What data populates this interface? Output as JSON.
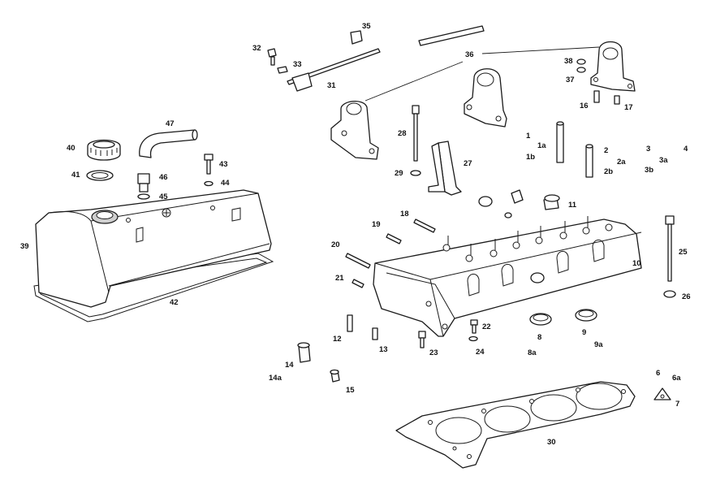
{
  "callouts": [
    {
      "id": "c1",
      "text": "1"
    },
    {
      "id": "c1a",
      "text": "1a"
    },
    {
      "id": "c1b",
      "text": "1b"
    },
    {
      "id": "c2",
      "text": "2"
    },
    {
      "id": "c2a",
      "text": "2a"
    },
    {
      "id": "c2b",
      "text": "2b"
    },
    {
      "id": "c3",
      "text": "3"
    },
    {
      "id": "c3a",
      "text": "3a"
    },
    {
      "id": "c3b",
      "text": "3b"
    },
    {
      "id": "c4",
      "text": "4"
    },
    {
      "id": "c6",
      "text": "6"
    },
    {
      "id": "c6a",
      "text": "6a"
    },
    {
      "id": "c7",
      "text": "7"
    },
    {
      "id": "c8",
      "text": "8"
    },
    {
      "id": "c8a",
      "text": "8a"
    },
    {
      "id": "c9",
      "text": "9"
    },
    {
      "id": "c9a",
      "text": "9a"
    },
    {
      "id": "c10",
      "text": "10"
    },
    {
      "id": "c11",
      "text": "11"
    },
    {
      "id": "c12",
      "text": "12"
    },
    {
      "id": "c13",
      "text": "13"
    },
    {
      "id": "c14",
      "text": "14"
    },
    {
      "id": "c14a",
      "text": "14a"
    },
    {
      "id": "c15",
      "text": "15"
    },
    {
      "id": "c16",
      "text": "16"
    },
    {
      "id": "c17",
      "text": "17"
    },
    {
      "id": "c18",
      "text": "18"
    },
    {
      "id": "c19",
      "text": "19"
    },
    {
      "id": "c20",
      "text": "20"
    },
    {
      "id": "c21",
      "text": "21"
    },
    {
      "id": "c22",
      "text": "22"
    },
    {
      "id": "c23",
      "text": "23"
    },
    {
      "id": "c24",
      "text": "24"
    },
    {
      "id": "c25",
      "text": "25"
    },
    {
      "id": "c26",
      "text": "26"
    },
    {
      "id": "c27",
      "text": "27"
    },
    {
      "id": "c28",
      "text": "28"
    },
    {
      "id": "c29",
      "text": "29"
    },
    {
      "id": "c30",
      "text": "30"
    },
    {
      "id": "c31",
      "text": "31"
    },
    {
      "id": "c32",
      "text": "32"
    },
    {
      "id": "c33",
      "text": "33"
    },
    {
      "id": "c35",
      "text": "35"
    },
    {
      "id": "c36",
      "text": "36"
    },
    {
      "id": "c37",
      "text": "37"
    },
    {
      "id": "c38",
      "text": "38"
    },
    {
      "id": "c39",
      "text": "39"
    },
    {
      "id": "c40",
      "text": "40"
    },
    {
      "id": "c41",
      "text": "41"
    },
    {
      "id": "c42",
      "text": "42"
    },
    {
      "id": "c43",
      "text": "43"
    },
    {
      "id": "c44",
      "text": "44"
    },
    {
      "id": "c45",
      "text": "45"
    },
    {
      "id": "c46",
      "text": "46"
    },
    {
      "id": "c47",
      "text": "47"
    }
  ],
  "colors": {
    "line": "#1a1a1a",
    "paper": "#ffffff",
    "shade": "#cfcfcf"
  }
}
